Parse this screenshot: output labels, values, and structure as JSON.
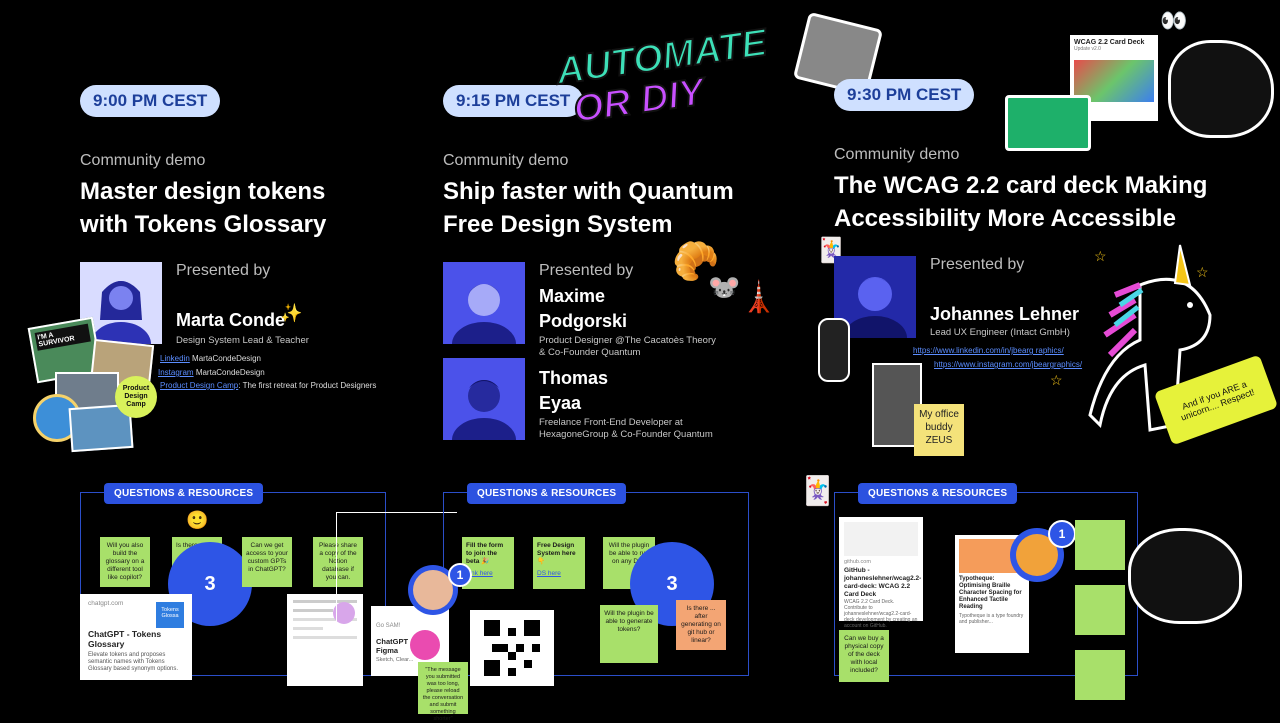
{
  "sessions": [
    {
      "time": "9:00 PM CEST",
      "kicker": "Community demo",
      "title_line1": "Master design tokens",
      "title_line2": "with Tokens Glossary",
      "presented_by": "Presented by",
      "presenter": {
        "name": "Marta Conde",
        "role": "Design System Lead & Teacher"
      },
      "links": [
        {
          "label": "Linkedin",
          "text": "MartaCondeDesign"
        },
        {
          "label": "Instagram",
          "text": "MartaCondeDesign"
        },
        {
          "label": "Product Design Camp",
          "text": ": The first retreat for Product Designers"
        }
      ],
      "collage": {
        "survivor": "I'M A SURVIVOR",
        "badge": "Product Design Camp"
      },
      "qa_label": "QUESTIONS & RESOURCES",
      "qa_count": "3",
      "stickies": [
        "Will you also build the glossary on a different tool like copilot?",
        "Is there",
        "Can we get access to your custom GPTs in ChatGPT?",
        "Please share a copy of the Notion database if you can."
      ],
      "resource_card": {
        "site": "chatgpt.com",
        "title": "ChatGPT - Tokens Glossary",
        "desc": "Elevate tokens and proposes semantic names with Tokens Glossary based synonym options.",
        "thumb": "Tokens Glossa"
      }
    },
    {
      "time": "9:15 PM CEST",
      "kicker": "Community demo",
      "title_line1": "Ship faster with Quantum",
      "title_line2": "Free Design System",
      "presented_by": "Presented by",
      "sticker": {
        "line1": "AUTOMATE",
        "line2": "OR DIY"
      },
      "presenters": [
        {
          "name_line1": "Maxime",
          "name_line2": "Podgorski",
          "role_line1": "Product Designer @The Cacatoès Theory",
          "role_line2": "& Co-Founder Quantum"
        },
        {
          "name_line1": "Thomas",
          "name_line2": "Eyaa",
          "role_line1": "Freelance Front-End Developer at",
          "role_line2": "HexagoneGroup & Co-Founder Quantum"
        }
      ],
      "qa_label": "QUESTIONS & RESOURCES",
      "qa_count": "3",
      "badge_count": "1",
      "stickies": [
        "Fill the form to join the beta 🎉",
        "Free Design System here 👇",
        "Will the plugin be able to run on any DS?",
        "Will the plugin be able to generate tokens?",
        "Is there ... after generating on git hub or linear?"
      ],
      "sticky_link": "Link here",
      "sticky_link2": "DS here",
      "small_card": {
        "site": "Go SAM!",
        "title": "ChatGPT ... from Figma",
        "desc": "Sketch, Clear..."
      },
      "bottom_note": "\"The message you submitted was too long, please reload the conversation and submit something shorter\""
    },
    {
      "time": "9:30 PM CEST",
      "kicker": "Community demo",
      "title_line1": "The WCAG 2.2 card deck Making",
      "title_line2": "Accessibility More Accessible",
      "presented_by": "Presented by",
      "presenter": {
        "name": "Johannes Lehner",
        "role": "Lead UX Engineer (Intact GmbH)"
      },
      "links": [
        "https://www.linkedin.com/in/jbearg raphics/",
        "https://www.instagram.com/jbeargraphics/"
      ],
      "deck_card": {
        "title": "WCAG 2.2 Card Deck",
        "sub": "Update v2.0"
      },
      "office_note": "My office buddy ZEUS",
      "unicorn_note": "And if you ARE a unicorn.... Respect!",
      "qa_label": "QUESTIONS & RESOURCES",
      "badge_count": "1",
      "github_card": {
        "site": "github.com",
        "title": "GitHub - johanneslehner/wcag2.2-card-deck: WCAG 2.2 Card Deck",
        "desc": "WCAG 2.2 Card Deck. Contribute to johanneslehner/wcag2.2-card-deck development by creating an account on GitHub."
      },
      "type_card": {
        "title": "Typotheque: Optimising Braille Character Spacing for Enhanced Tactile Reading",
        "desc": "Typotheque is a type foundry and publisher..."
      },
      "sticky": "Can we buy a physical copy of the deck with local included?"
    }
  ],
  "colors": {
    "pill_bg": "#cfe0ff",
    "pill_text": "#1d3f9a",
    "accent_blue": "#2e55e6",
    "sticky_green": "#a8e06a",
    "link": "#5b8dff"
  }
}
